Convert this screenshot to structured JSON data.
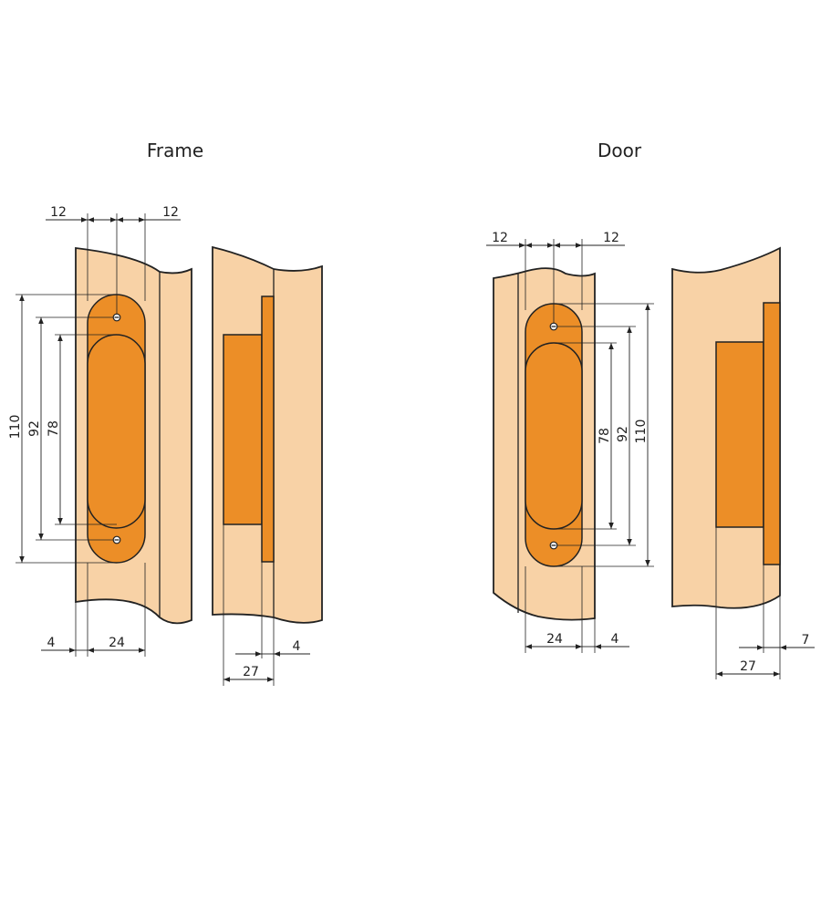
{
  "headings": {
    "frame": "Frame",
    "door": "Door"
  },
  "colors": {
    "wood": "#f8d2a6",
    "hinge": "#ec8e27",
    "outline": "#222222"
  },
  "frame": {
    "front": {
      "d_12_left": "12",
      "d_12_right": "12",
      "d_110": "110",
      "d_92": "92",
      "d_78": "78",
      "d_4": "4",
      "d_24": "24"
    },
    "side": {
      "d_4": "4",
      "d_27": "27"
    }
  },
  "door": {
    "front": {
      "d_12_left": "12",
      "d_12_right": "12",
      "d_78": "78",
      "d_92": "92",
      "d_110": "110",
      "d_24": "24",
      "d_4": "4"
    },
    "side": {
      "d_7": "7",
      "d_27": "27"
    }
  }
}
